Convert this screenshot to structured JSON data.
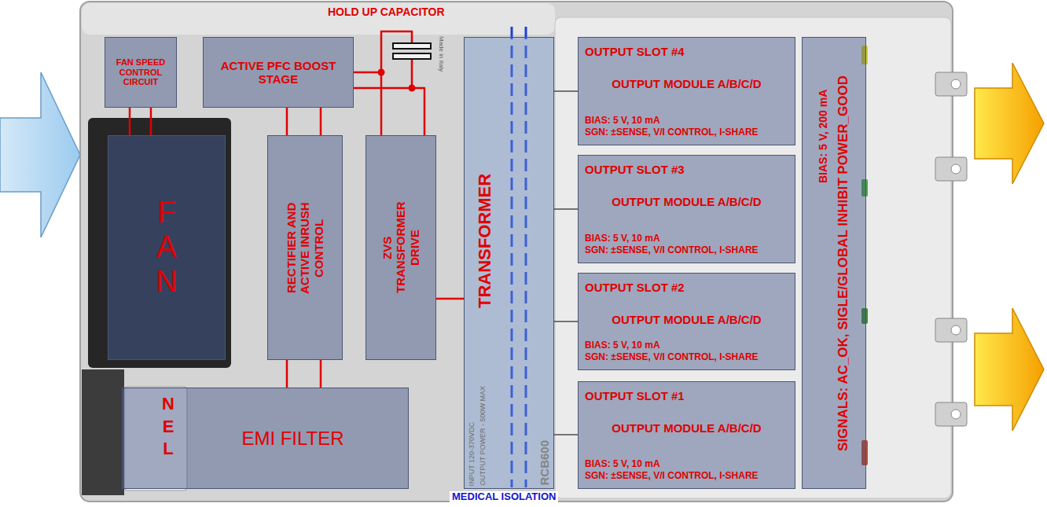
{
  "diagram": {
    "nodes": [
      {
        "text": [
          "FAN SPEED CONTROL CIRCUIT"
        ]
      },
      {
        "text": [
          "ACTIVE PFC BOOST STAGE"
        ]
      },
      {
        "text": [
          "FAN"
        ]
      },
      {
        "text": [
          "RECTIFIER AND ACTIVE INRUSH CONTROL"
        ]
      },
      {
        "text": [
          "ZVS TRANSFORMER DRIVE"
        ]
      },
      {
        "text": [
          "TRANSFORMER"
        ]
      },
      {
        "text": [
          "OUTPUT SLOT #4",
          "OUTPUT MODULE A/B/C/D",
          "BIAS: 5 V, 10 mA",
          "SGN: ±SENSE, V/I CONTROL, I-SHARE"
        ]
      },
      {
        "text": [
          "OUTPUT SLOT #3",
          "OUTPUT MODULE A/B/C/D",
          "BIAS: 5 V, 10 mA",
          "SGN: ±SENSE, V/I CONTROL, I-SHARE"
        ]
      },
      {
        "text": [
          "OUTPUT SLOT #2",
          "OUTPUT MODULE A/B/C/D",
          "BIAS: 5 V, 10 mA",
          "SGN: ±SENSE, V/I CONTROL, I-SHARE"
        ]
      },
      {
        "text": [
          "OUTPUT SLOT #1",
          "OUTPUT MODULE A/B/C/D",
          "BIAS: 5 V, 10 mA",
          "SGN: ±SENSE, V/I CONTROL, I-SHARE"
        ]
      },
      {
        "text": [
          "BIAS: 5 V, 200 mA",
          "SIGNALS: AC_OK, SIGLE/GLOBAL INHIBIT POWER_GOOD"
        ]
      },
      {
        "text": [
          "EMI FILTER"
        ]
      }
    ],
    "edges": [
      {
        "from": 0,
        "to": 2,
        "arrow": "none"
      },
      {
        "from": 0,
        "to": 2,
        "arrow": "none"
      },
      {
        "from": 1,
        "to": 3,
        "arrow": "none"
      },
      {
        "from": 1,
        "to": 3,
        "arrow": "none"
      },
      {
        "from": 1,
        "to": 4,
        "arrow": "none"
      },
      {
        "from": 1,
        "to": 4,
        "arrow": "none"
      },
      {
        "from": 4,
        "to": 5,
        "arrow": "none"
      },
      {
        "from": 3,
        "to": 11,
        "arrow": "none"
      },
      {
        "from": 3,
        "to": 11,
        "arrow": "none"
      },
      {
        "from": 5,
        "to": 6,
        "arrow": "none"
      },
      {
        "from": 5,
        "to": 7,
        "arrow": "none"
      },
      {
        "from": 5,
        "to": 8,
        "arrow": "none"
      },
      {
        "from": 5,
        "to": 9,
        "arrow": "none"
      }
    ],
    "labels": [
      "HOLD UP CAPACITOR",
      "NEL",
      "INPUT 120-370VDC",
      "OUTPUT POWER - 500W MAX",
      "RCB600",
      "Made in Italy",
      "MEDICAL ISOLATION"
    ]
  }
}
